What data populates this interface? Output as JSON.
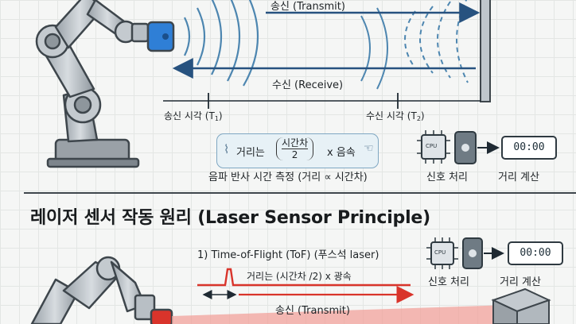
{
  "top": {
    "transmit_label": "송신 (Transmit)",
    "receive_label": "수신 (Receive)",
    "t1_label": "송신 시각 (T",
    "t1_sub": "1",
    "t2_label": "수신 시각 (T",
    "t2_sub": "2",
    "t_close": ")",
    "formula_prefix": "거리는",
    "formula_numerator": "시간차",
    "formula_denominator": "2",
    "formula_suffix": "x 음속",
    "measure_caption": "음파 반사 시간 측정 (거리 ∝ 시간차)",
    "signal_label": "신호 처리",
    "distance_label": "거리 계산",
    "cpu_label": "CPU",
    "lcd_value": "00:00"
  },
  "bottom": {
    "title": "레이저 센서 작동 원리 (Laser Sensor Principle)",
    "method_label": "1) Time-of-Flight (ToF) (푸스석 laser)",
    "formula_text": "거리는 (시간차 /2) x 광속",
    "transmit_label": "송신 (Transmit)",
    "signal_label": "신호 처리",
    "distance_label": "거리 계산",
    "cpu_label": "CPU",
    "lcd_value": "00:00"
  },
  "colors": {
    "arm": "#b8bfc5",
    "arm_dark": "#5b636a",
    "sensor_blue": "#2f7fd6",
    "arrow_blue": "#27527f",
    "wave_blue": "#4d86b0",
    "laser_red": "#d9342b"
  }
}
